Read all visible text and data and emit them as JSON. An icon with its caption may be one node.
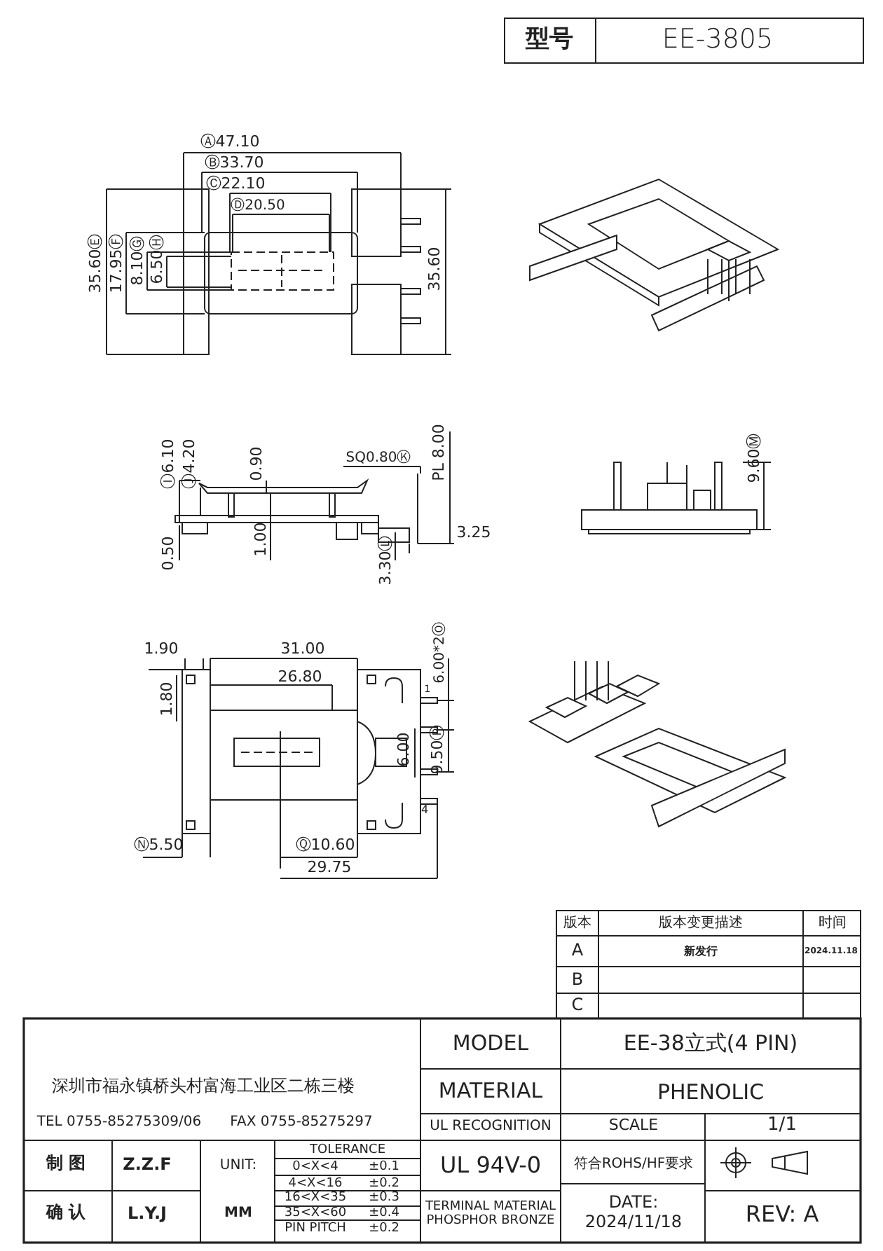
{
  "diagram": {
    "labels": [
      "型号",
      "EE-3805",
      "Ⓐ47.10",
      "Ⓑ33.70",
      "Ⓒ22.10",
      "Ⓓ20.50",
      "35.60Ⓔ",
      "17.95Ⓕ",
      "8.10Ⓖ",
      "6.50Ⓗ",
      "35.60",
      "Ⓘ6.10",
      "Ⓙ4.20",
      "0.90",
      "SQ0.80Ⓚ",
      "PL 8.00",
      "0.50",
      "1.00",
      "3.30Ⓛ",
      "3.25",
      "9.60Ⓜ",
      "1.90",
      "31.00",
      "26.80",
      "1.80",
      "6.00*2Ⓞ",
      "1",
      "6.00",
      "9.50Ⓟ",
      "4",
      "Ⓝ5.50",
      "Ⓠ10.60",
      "29.75",
      "版本",
      "版本变更描述",
      "时间",
      "A",
      "新发行",
      "2024.11.18",
      "B",
      "C",
      "深圳市福永镇桥头村富海工业区二栋三楼",
      "TEL 0755-85275309/06",
      "FAX 0755-85275297",
      "MODEL",
      "EE-38立式(4 PIN)",
      "MATERIAL",
      "PHENOLIC",
      "UL RECOGNITION",
      "SCALE",
      "1/1",
      "制 图",
      "Z.Z.F",
      "UNIT:",
      "TOLERANCE",
      "0<X<4",
      "±0.1",
      "4<X<16",
      "±0.2",
      "16<X<35",
      "±0.3",
      "35<X<60",
      "±0.4",
      "PIN PITCH",
      "±0.2",
      "UL 94V-0",
      "符合ROHS/HF要求",
      "TERMINAL MATERIAL PHOSPHOR BRONZE",
      "DATE: 2024/11/18",
      "确 认",
      "L.Y.J",
      "MM",
      "REV: A"
    ]
  }
}
